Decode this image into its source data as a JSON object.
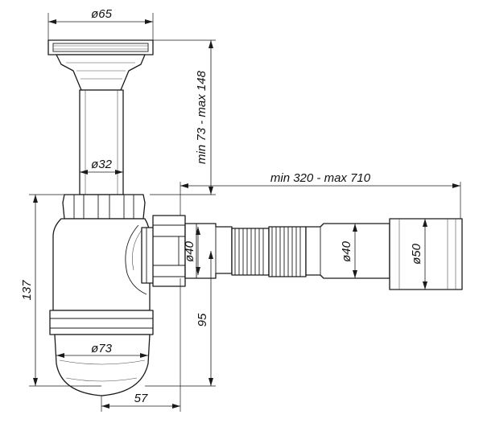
{
  "labels": {
    "top_diameter": "ø65",
    "tube_diameter": "ø32",
    "cup_diameter": "ø73",
    "height_range": "min 73 - max 148",
    "length_range": "min 320 - max 710",
    "nut_diameter": "ø40",
    "hose_end_diameter": "ø40",
    "outlet_diameter": "ø50",
    "total_height": "137",
    "outlet_height": "95",
    "offset": "57"
  },
  "colors": {
    "line": "#1a1a1a",
    "background": "#ffffff"
  }
}
